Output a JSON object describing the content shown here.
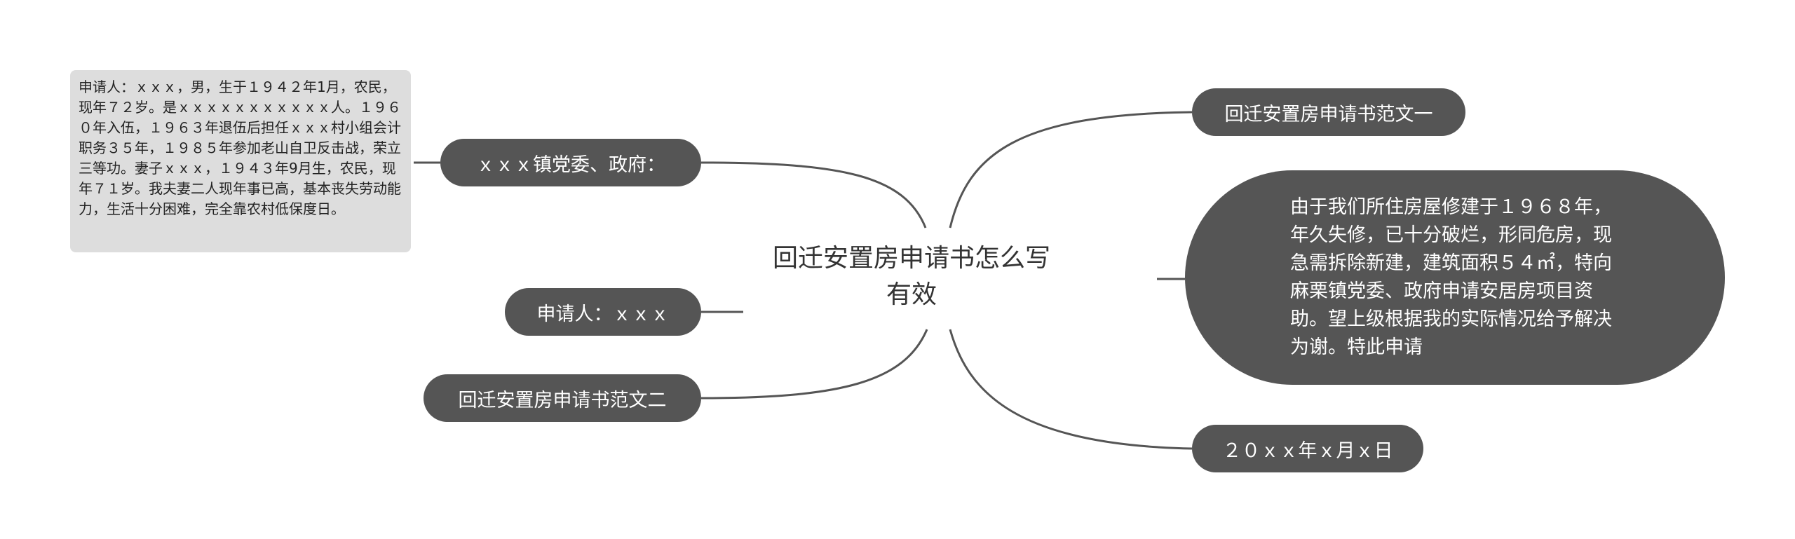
{
  "root": {
    "line1": "回迁安置房申请书怎么写",
    "line2": "有效"
  },
  "right": {
    "title1": "回迁安置房申请书范文一",
    "body": "由于我们所住房屋修建于１９６８年，年久失修，已十分破烂，形同危房，现急需拆除新建，建筑面积５４㎡，特向麻栗镇党委、政府申请安居房项目资助。望上级根据我的实际情况给予解决为谢。特此申请",
    "date": "２０ｘｘ年ｘ月ｘ日"
  },
  "left": {
    "recipient": "ｘｘｘ镇党委、政府：",
    "applicant": "申请人：ｘｘｘ",
    "title2": "回迁安置房申请书范文二"
  },
  "note": {
    "text": "申请人：ｘｘｘ，男，生于１９４２年1月，农民，现年７２岁。是ｘｘｘｘｘｘｘｘｘｘｘ人。１９６０年入伍，１９６３年退伍后担任ｘｘｘ村小组会计职务３５年，１９８５年参加老山自卫反击战，荣立三等功。妻子ｘｘｘ，１９４３年9月生，农民，现年７１岁。我夫妻二人现年事已高，基本丧失劳动能力，生活十分困难，完全靠农村低保度日。"
  },
  "colors": {
    "node_fill": "#555555",
    "node_text": "#ffffff",
    "link": "#555555",
    "note_fill": "#dddddd",
    "root_text": "#333333"
  }
}
